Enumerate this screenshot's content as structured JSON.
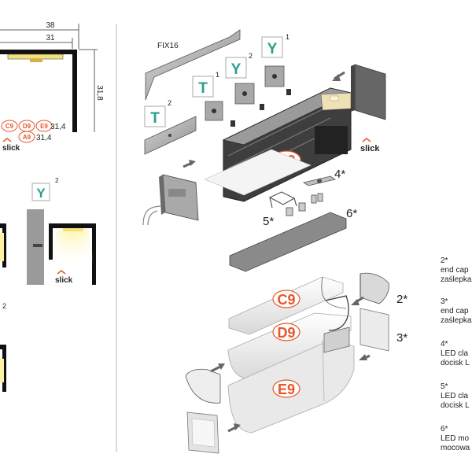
{
  "dimensions": {
    "width_outer": "38",
    "width_inner": "31",
    "height": "31,8",
    "row1_value": "31,4",
    "row2_value": "31,4"
  },
  "badges": {
    "c9": "C9",
    "d9": "D9",
    "e9": "E9",
    "a9": "A9"
  },
  "brand": "slick",
  "fix_label": "FIX16",
  "mount_markers": {
    "t": "T",
    "y": "Y",
    "sup1": "1",
    "sup2": "2"
  },
  "callouts": {
    "c4": "4*",
    "c5": "5*",
    "c6": "6*",
    "c2": "2*",
    "c3": "3*"
  },
  "profile_labels": {
    "a9": "A9",
    "c9": "C9",
    "d9": "D9",
    "e9": "E9"
  },
  "left_fragment_numbers": {
    "n2": "2"
  },
  "legend": [
    {
      "num": "2*",
      "lines": [
        "end cap",
        "zaślepka"
      ]
    },
    {
      "num": "3*",
      "lines": [
        "end cap",
        "zaślepka"
      ]
    },
    {
      "num": "4*",
      "lines": [
        "LED cla",
        "docisk L"
      ]
    },
    {
      "num": "5*",
      "lines": [
        "LED cla",
        "docisk L"
      ]
    },
    {
      "num": "6*",
      "lines": [
        "LED mo",
        "mocowa"
      ]
    }
  ],
  "colors": {
    "accent": "#e8562a",
    "teal": "#2a9d8f",
    "metal_dark": "#8a8a8a",
    "metal_light": "#c9c9c9",
    "line": "#222222"
  }
}
